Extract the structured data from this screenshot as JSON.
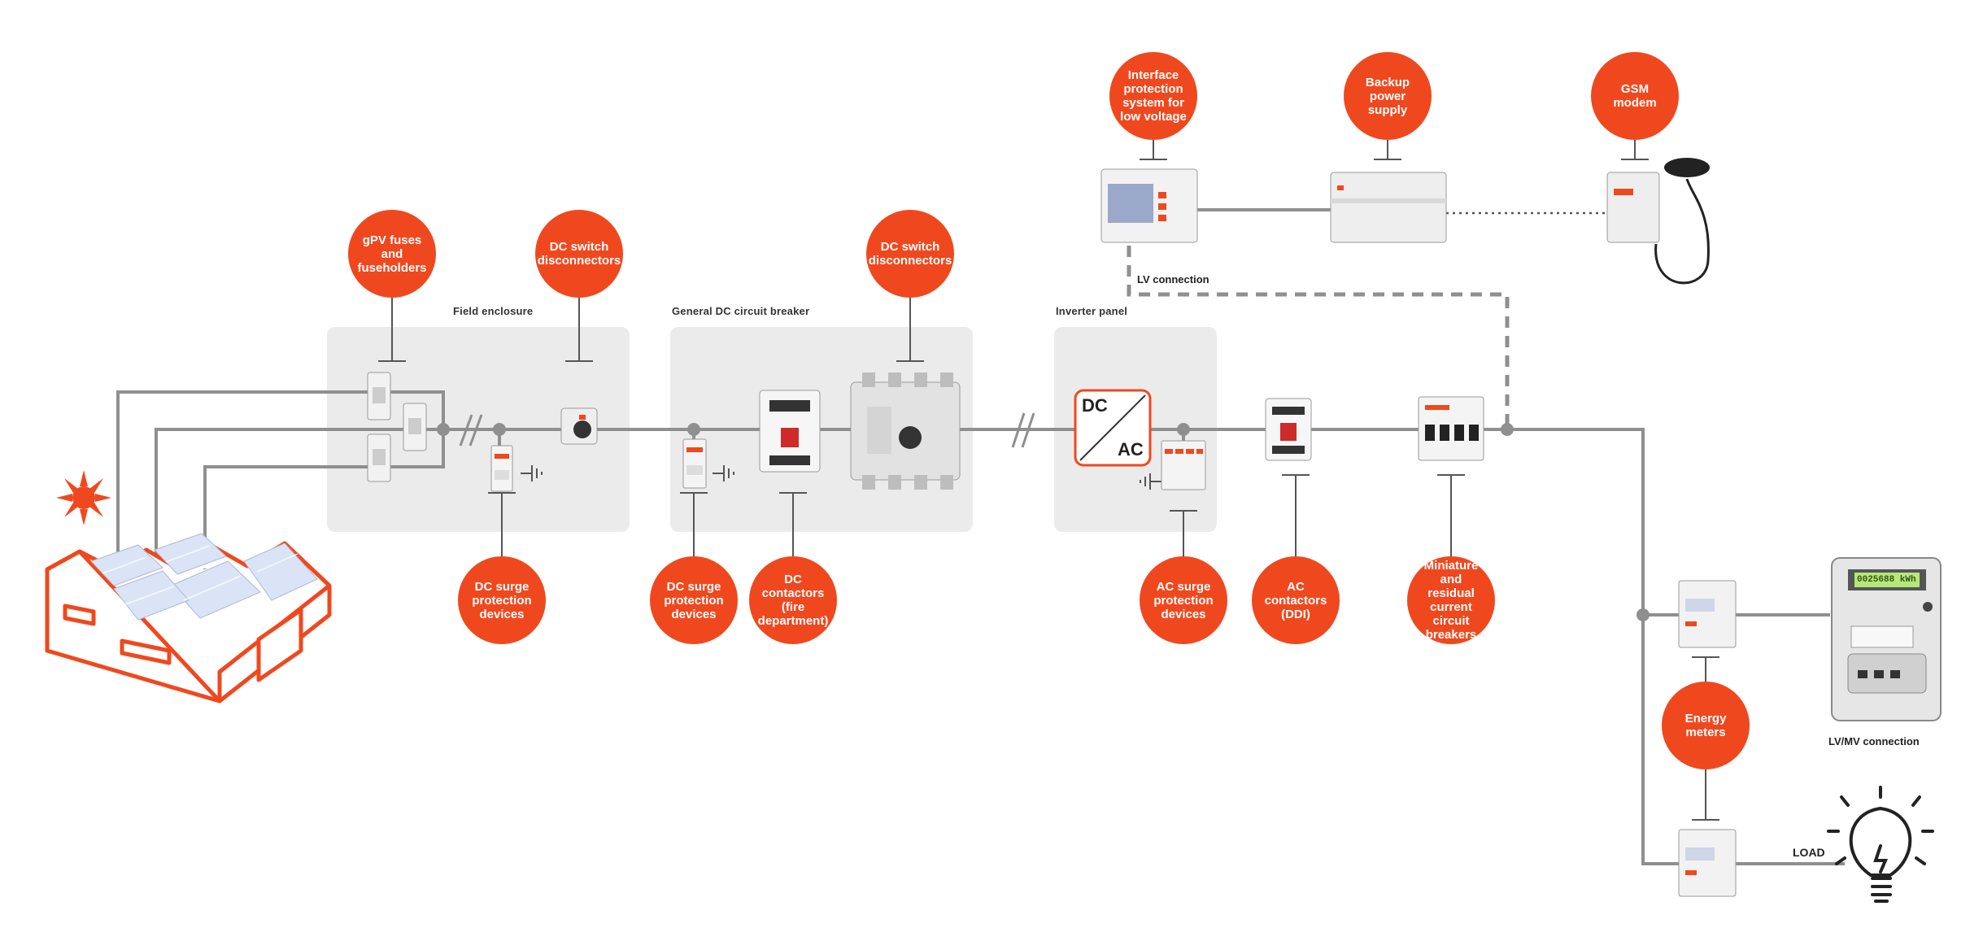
{
  "colors": {
    "accent": "#f0481e",
    "wire": "#8f8f8f",
    "panel": "#ebebeb",
    "device": "#e8e8e8"
  },
  "panels": {
    "field_enclosure": "Field enclosure",
    "general_dc_breaker": "General DC circuit breaker",
    "inverter_panel": "Inverter panel"
  },
  "bubbles": {
    "gpv_fuses": "gPV fuses and fuseholders",
    "dc_switch_1": "DC switch disconnectors",
    "dc_switch_2": "DC switch disconnectors",
    "interface_protection": "Interface protection system for low voltage",
    "backup_power": "Backup power supply",
    "gsm_modem": "GSM modem",
    "dc_surge_1": "DC surge protection devices",
    "dc_surge_2": "DC surge protection devices",
    "dc_contactors": "DC contactors (fire department)",
    "ac_surge": "AC surge protection devices",
    "ac_contactors": "AC contactors (DDI)",
    "mcb_rcbo": "Miniature and residual current circuit breakers",
    "energy_meters": "Energy meters"
  },
  "labels": {
    "lv_connection": "LV connection",
    "lv_mv_connection": "LV/MV connection",
    "load": "LOAD"
  },
  "inverter": {
    "dc": "DC",
    "ac": "AC"
  },
  "meter_display": "0025688 kWh",
  "icons": [
    "sun-icon",
    "factory-roof-pv-icon",
    "light-bulb-icon",
    "ground-icon",
    "antenna-icon"
  ]
}
